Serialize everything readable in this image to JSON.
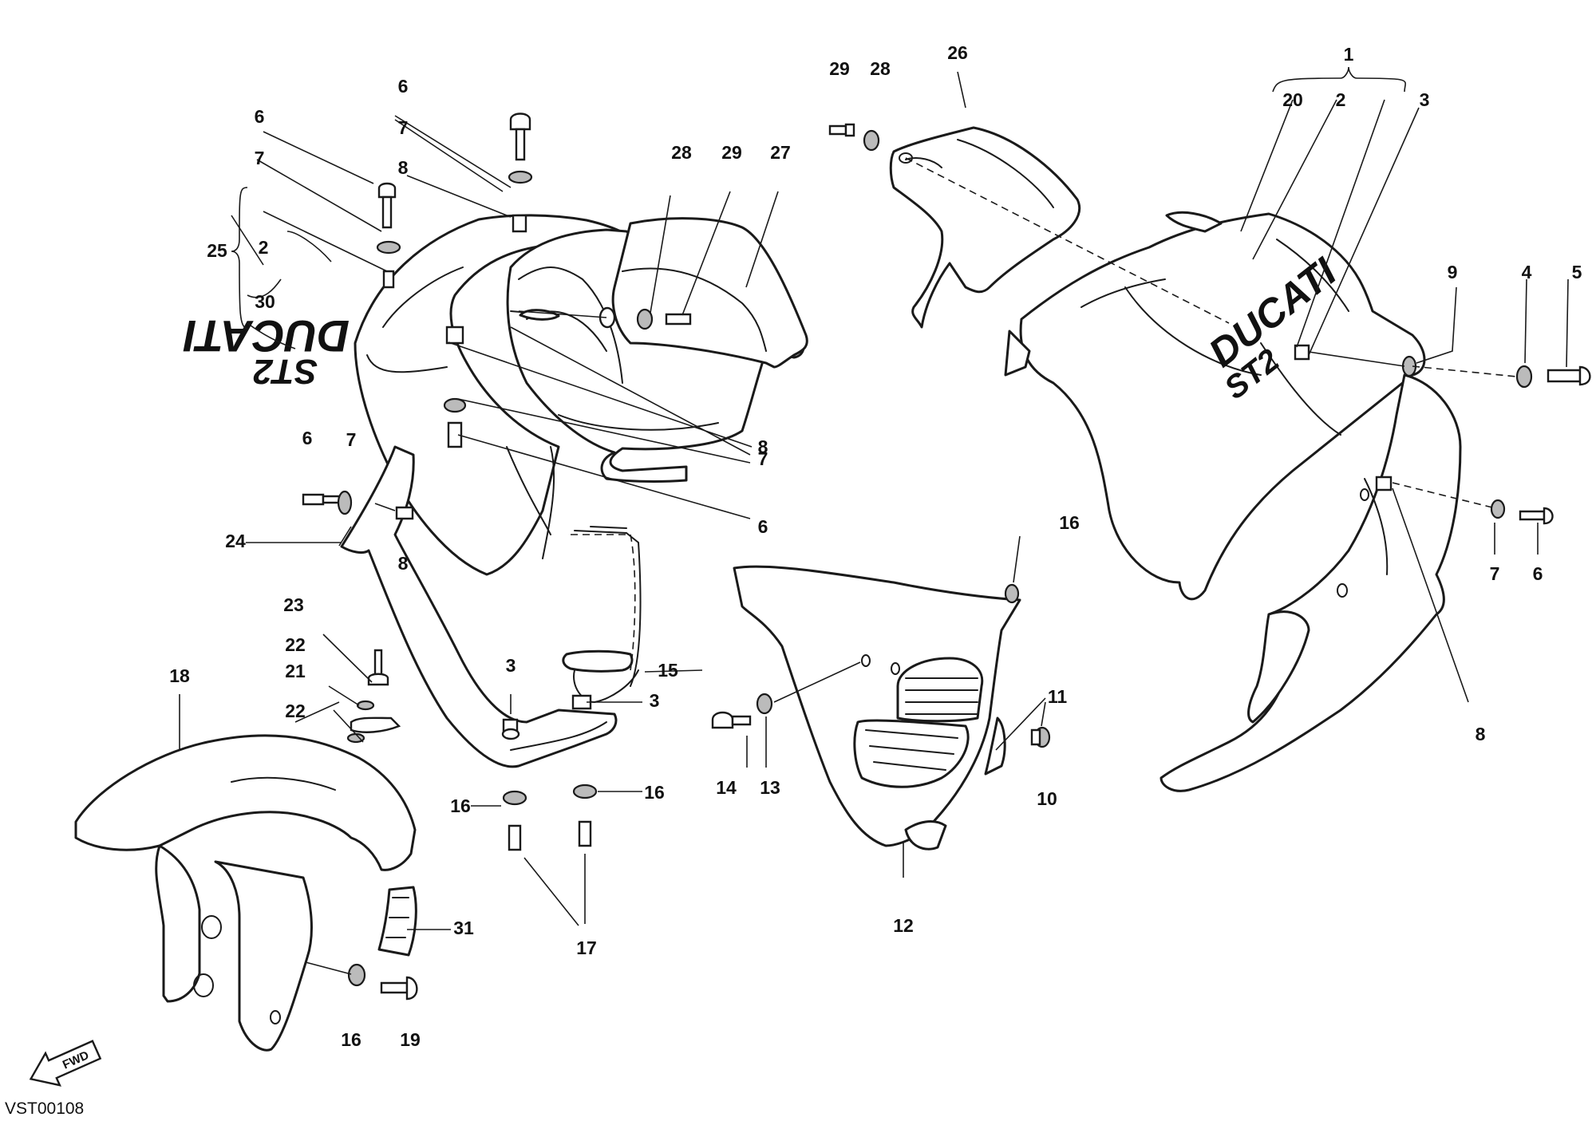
{
  "diagram": {
    "reference_code": "VST00108",
    "direction_label": "FWD",
    "decal_text": {
      "brand": "DUCATI",
      "model": "ST2"
    },
    "callouts": [
      {
        "id": "c1",
        "label": "1"
      },
      {
        "id": "c2",
        "label": "2"
      },
      {
        "id": "c3",
        "label": "3"
      },
      {
        "id": "c4",
        "label": "4"
      },
      {
        "id": "c5",
        "label": "5"
      },
      {
        "id": "c6",
        "label": "6"
      },
      {
        "id": "c7",
        "label": "7"
      },
      {
        "id": "c8",
        "label": "8"
      },
      {
        "id": "c9",
        "label": "9"
      },
      {
        "id": "c10",
        "label": "10"
      },
      {
        "id": "c11",
        "label": "11"
      },
      {
        "id": "c12",
        "label": "12"
      },
      {
        "id": "c13",
        "label": "13"
      },
      {
        "id": "c14",
        "label": "14"
      },
      {
        "id": "c15",
        "label": "15"
      },
      {
        "id": "c16",
        "label": "16"
      },
      {
        "id": "c17",
        "label": "17"
      },
      {
        "id": "c18",
        "label": "18"
      },
      {
        "id": "c19",
        "label": "19"
      },
      {
        "id": "c20",
        "label": "20"
      },
      {
        "id": "c21",
        "label": "21"
      },
      {
        "id": "c22",
        "label": "22"
      },
      {
        "id": "c23",
        "label": "23"
      },
      {
        "id": "c24",
        "label": "24"
      },
      {
        "id": "c25",
        "label": "25"
      },
      {
        "id": "c26",
        "label": "26"
      },
      {
        "id": "c27",
        "label": "27"
      },
      {
        "id": "c28",
        "label": "28"
      },
      {
        "id": "c29",
        "label": "29"
      },
      {
        "id": "c30",
        "label": "30"
      },
      {
        "id": "c31",
        "label": "31"
      }
    ]
  }
}
